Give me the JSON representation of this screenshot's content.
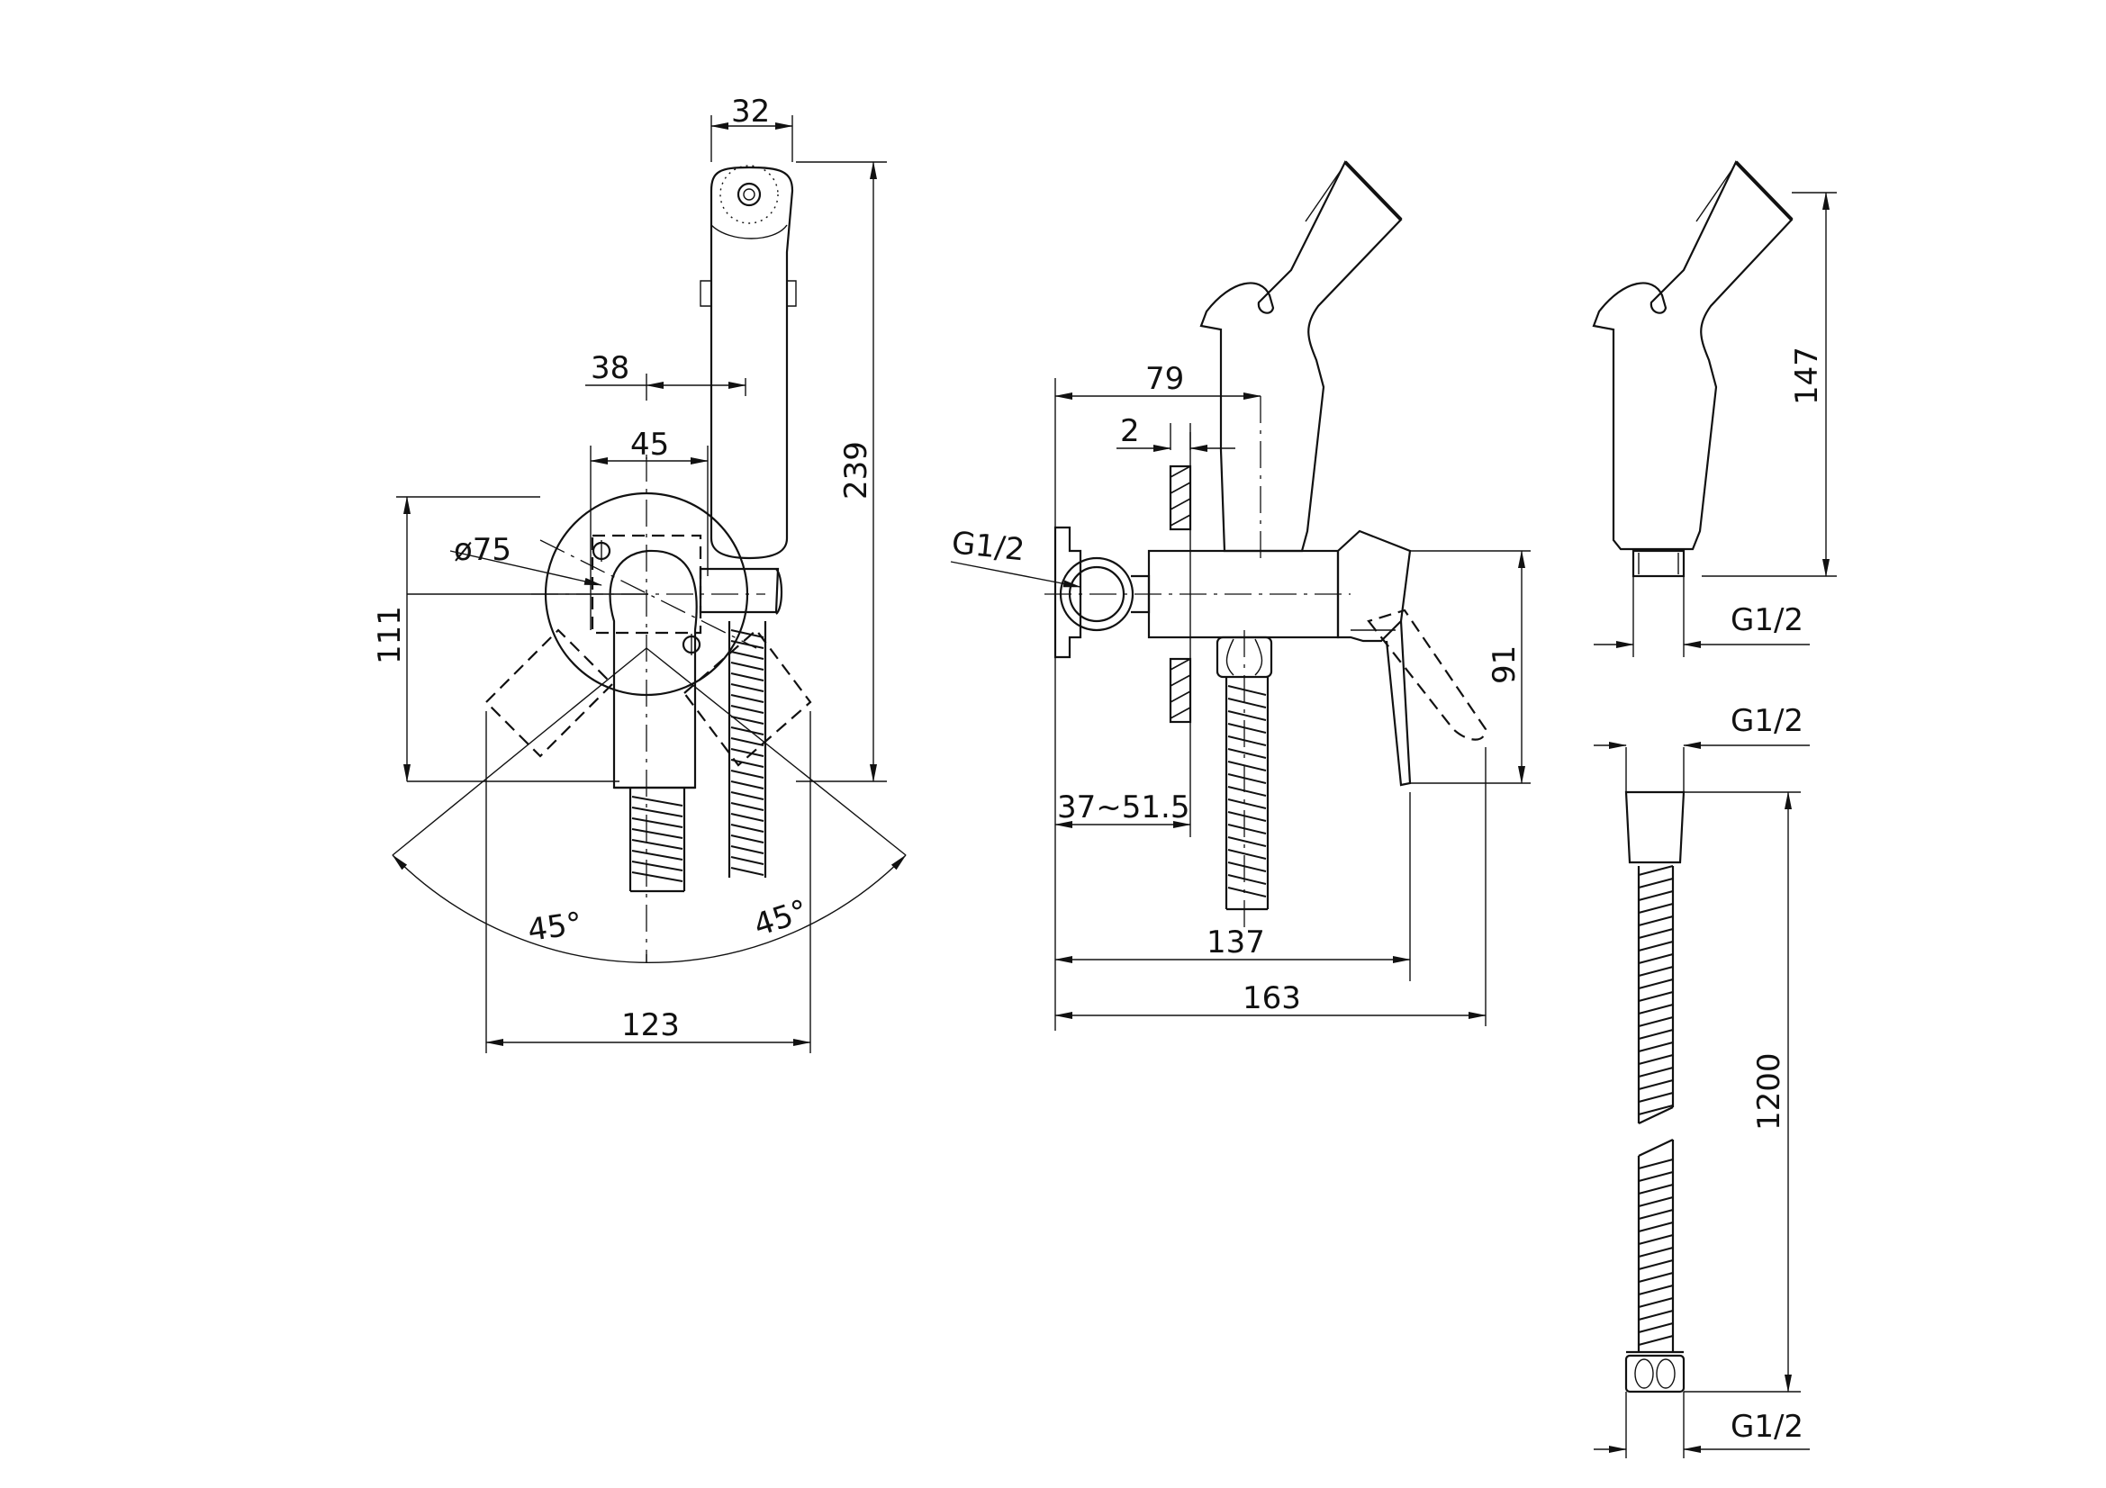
{
  "dimensions": {
    "front": {
      "width_head": "32",
      "offset_38": "38",
      "offset_45": "45",
      "diameter": "ø75",
      "height_111": "111",
      "height_239": "239",
      "angle_left": "45°",
      "angle_right": "45°",
      "width_123": "123"
    },
    "side": {
      "depth_79": "79",
      "wall_2": "2",
      "thread": "G1/2",
      "wall_range": "37~51.5",
      "depth_137": "137",
      "depth_163": "163",
      "height_91": "91"
    },
    "handshower": {
      "height_147": "147",
      "thread": "G1/2"
    },
    "hose": {
      "thread_top": "G1/2",
      "length_1200": "1200",
      "thread_bottom": "G1/2"
    }
  }
}
